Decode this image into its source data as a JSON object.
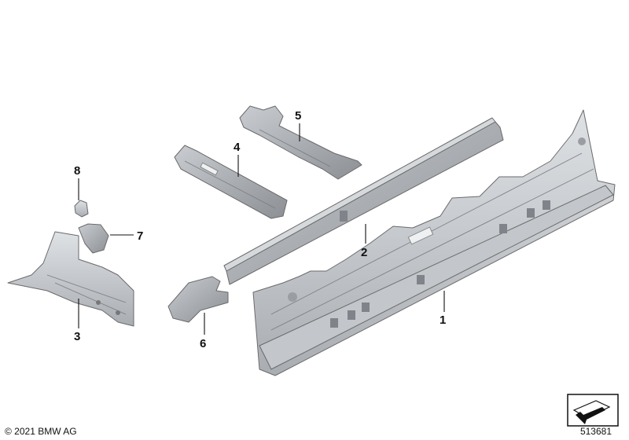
{
  "callouts": [
    {
      "label": "1"
    },
    {
      "label": "2"
    },
    {
      "label": "3"
    },
    {
      "label": "4"
    },
    {
      "label": "5"
    },
    {
      "label": "6"
    },
    {
      "label": "7"
    },
    {
      "label": "8"
    }
  ],
  "footer": {
    "copyright": "© 2021 BMW AG",
    "diagram_id": "513681"
  },
  "colors": {
    "part_light": "#d4d7db",
    "part_mid": "#b9bdc2",
    "part_dark": "#8f9398",
    "outline": "#6a6a6a"
  },
  "icons": {
    "catalog_icon": "parts-catalog-arrow-icon"
  }
}
